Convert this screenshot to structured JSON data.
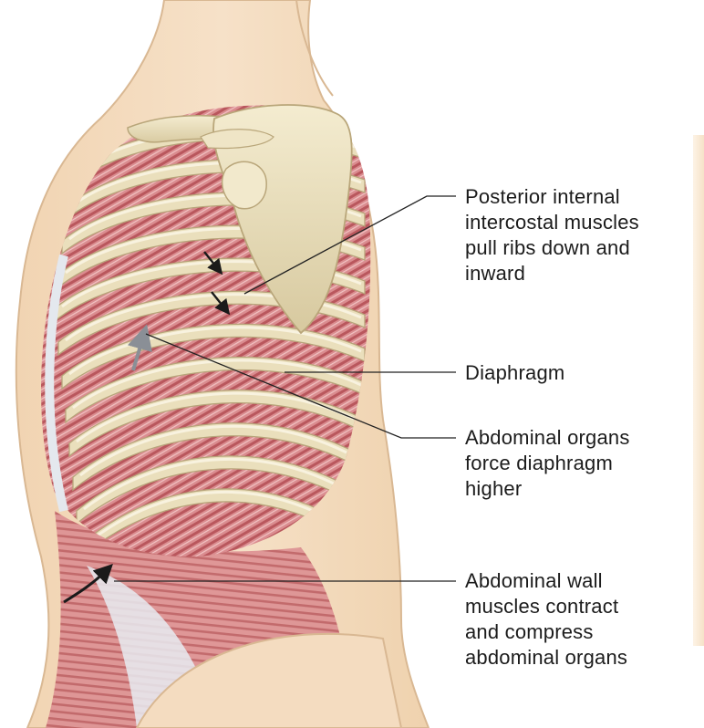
{
  "figure": {
    "subject": "lateral view of thoracic cage during forced expiration",
    "colors": {
      "skin": "#f3dcc0",
      "skin_edge": "#d9b893",
      "bone": "#eadfbc",
      "bone_shade": "#cdbf95",
      "muscle": "#d9868a",
      "muscle_dark": "#b8585d",
      "tendon": "#e3e7ee",
      "leader": "#222222",
      "arrow": "#1a1a1a",
      "arrow_grey": "#8a8f96"
    },
    "icons": [
      "down-inward-arrow-icon",
      "down-inward-arrow-icon",
      "upward-grey-arrow-icon",
      "curved-contraction-arrow-icon"
    ]
  },
  "labels": [
    {
      "id": "posterior-internal-intercostals",
      "text": "Posterior internal\nintercostal muscles\npull ribs down and\ninward"
    },
    {
      "id": "diaphragm",
      "text": "Diaphragm"
    },
    {
      "id": "abdominal-organs",
      "text": "Abdominal organs\nforce diaphragm\nhigher"
    },
    {
      "id": "abdominal-wall",
      "text": "Abdominal wall\nmuscles contract\nand compress\nabdominal organs"
    }
  ]
}
